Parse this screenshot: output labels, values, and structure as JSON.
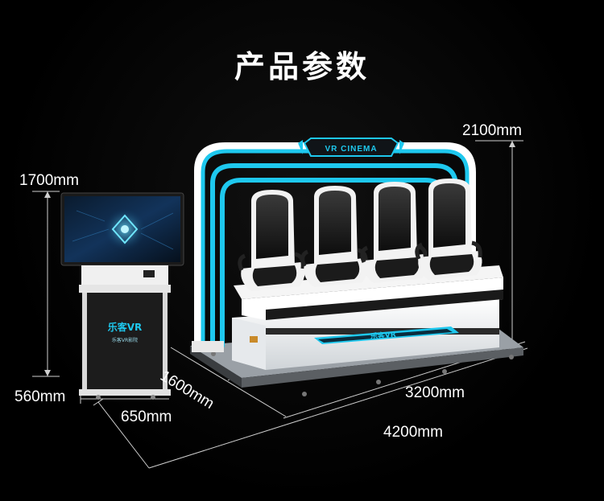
{
  "title": "产品参数",
  "dimensions": {
    "height_right": "2100mm",
    "height_left": "1700mm",
    "kiosk_width": "560mm",
    "kiosk_depth": "650mm",
    "platform_depth": "1600mm",
    "platform_length": "3200mm",
    "total_length": "4200mm"
  },
  "signs": {
    "arch_sign": "VR CINEMA",
    "platform_logo": "乐客VR",
    "kiosk_logo": "乐客VR",
    "kiosk_subtext": "乐客VR影院"
  },
  "colors": {
    "accent": "#1ec8ee",
    "seat_black": "#1b1b1b",
    "seat_white": "#f2f2f2"
  }
}
